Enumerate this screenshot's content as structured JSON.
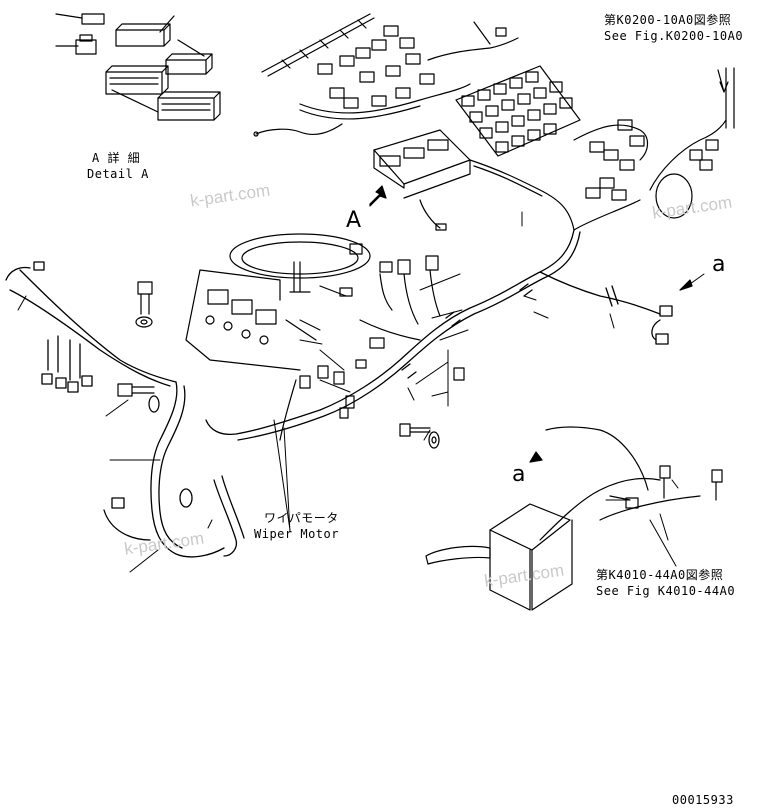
{
  "labels": {
    "detail_a_jp": "A 詳 細",
    "detail_a_en": "Detail A",
    "ref_top_jp": "第K0200-10A0図参照",
    "ref_top_en": "See Fig.K0200-10A0",
    "ref_bottom_jp": "第K4010-44A0図参照",
    "ref_bottom_en": "See Fig K4010-44A0",
    "wiper_jp": "ワイパモータ",
    "wiper_en": "Wiper Motor",
    "view_a": "A",
    "point_a_right": "a",
    "point_a_bottom": "a",
    "drawing_no": "00015933"
  },
  "watermarks": [
    "k-part.com",
    "k-part.com",
    "k-part.com",
    "k-part.com"
  ],
  "colors": {
    "line": "#000000",
    "watermark": "#c9c9c9",
    "background": "#ffffff"
  }
}
